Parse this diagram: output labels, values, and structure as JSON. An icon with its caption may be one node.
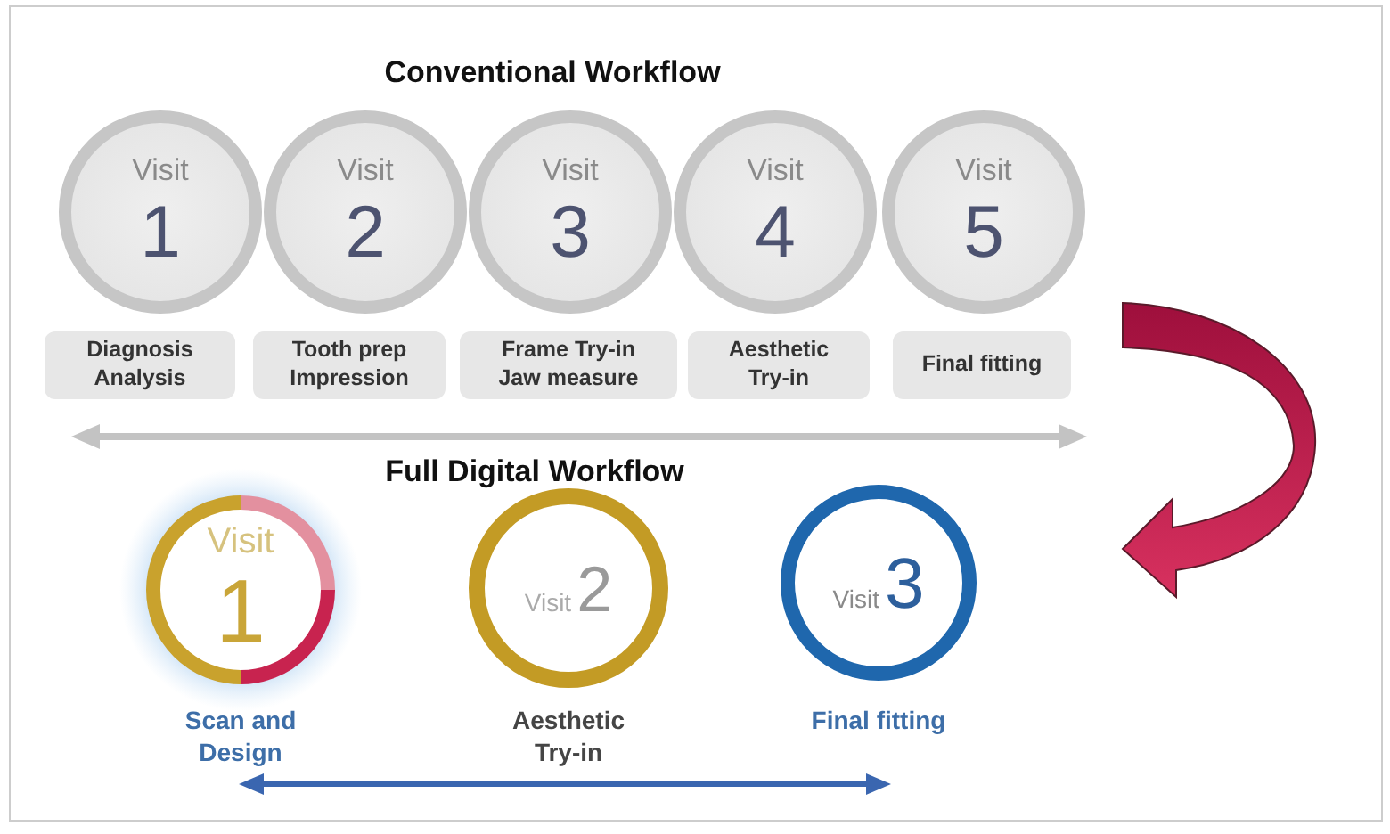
{
  "diagram": {
    "nodes": [
      {
        "text": [
          "Visit",
          "1"
        ]
      },
      {
        "text": [
          "Visit",
          "2"
        ]
      },
      {
        "text": [
          "Visit",
          "3"
        ]
      },
      {
        "text": [
          "Visit",
          "4"
        ]
      },
      {
        "text": [
          "Visit",
          "5"
        ]
      },
      {
        "text": [
          "Diagnosis Analysis"
        ]
      },
      {
        "text": [
          "Tooth prep Impression"
        ]
      },
      {
        "text": [
          "Frame Try-in Jaw measure"
        ]
      },
      {
        "text": [
          "Aesthetic Try-in"
        ]
      },
      {
        "text": [
          "Final fitting"
        ]
      },
      {
        "text": [
          "Visit",
          "1"
        ],
        "beside": [
          "Scan and Design"
        ]
      },
      {
        "text": [
          "Visit",
          "2"
        ],
        "beside": [
          "Aesthetic Try-in"
        ]
      },
      {
        "text": [
          "Visit",
          "3"
        ],
        "beside": [
          "Final fitting"
        ]
      }
    ],
    "labels": [
      "Conventional Workflow",
      "Full Digital Workflow"
    ]
  }
}
